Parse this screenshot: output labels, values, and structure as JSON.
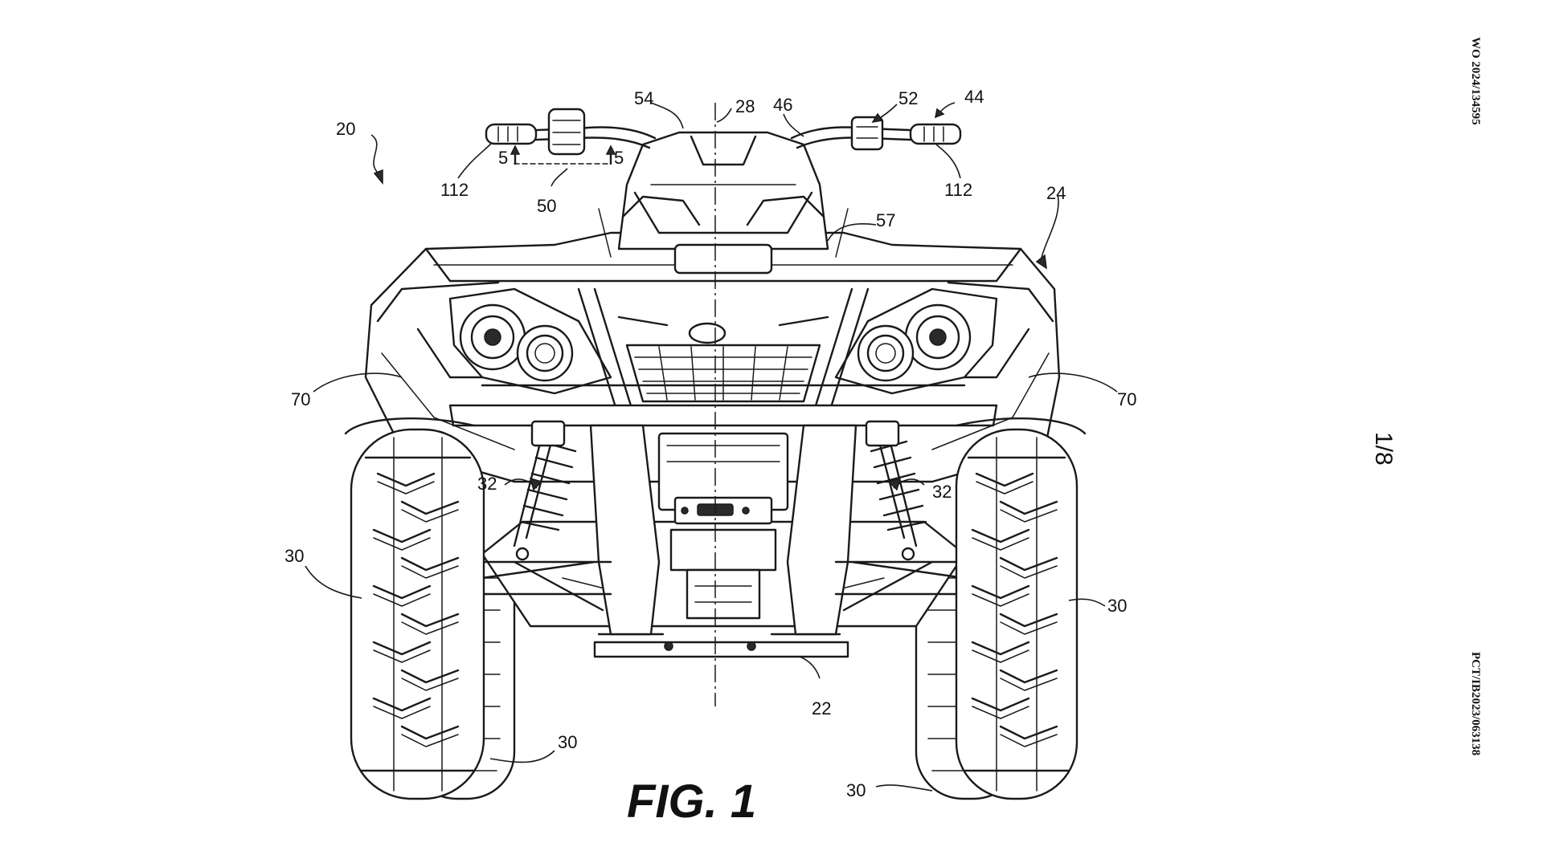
{
  "sheet": {
    "publication_number": "WO 2024/134595",
    "application_number": "PCT/IB2023/063138",
    "page_indicator": "1/8",
    "figure_title": "FIG. 1"
  },
  "reference_numerals": {
    "r20": "20",
    "r54": "54",
    "r28": "28",
    "r46": "46",
    "r52": "52",
    "r44": "44",
    "r5_left": "5",
    "r5_right": "5",
    "r112_left": "112",
    "r112_right": "112",
    "r50": "50",
    "r24": "24",
    "r57": "57",
    "r70_left": "70",
    "r70_right": "70",
    "r32_left": "32",
    "r32_right": "32",
    "r30_mid_left": "30",
    "r30_mid_right": "30",
    "r30_low_left": "30",
    "r30_low_right": "30",
    "r22": "22"
  },
  "colors": {
    "line": "#1a1a1a",
    "paper": "#ffffff"
  }
}
